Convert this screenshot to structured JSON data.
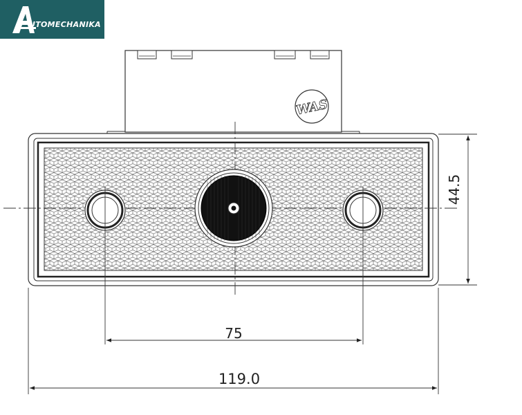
{
  "brand": {
    "name": "UTOMECHANIKA",
    "color": "#1f5f63"
  },
  "drawing": {
    "maker_mark": "WAS",
    "dimensions": {
      "height": "44.5",
      "hole_spacing": "75",
      "overall_width": "119.0"
    }
  }
}
